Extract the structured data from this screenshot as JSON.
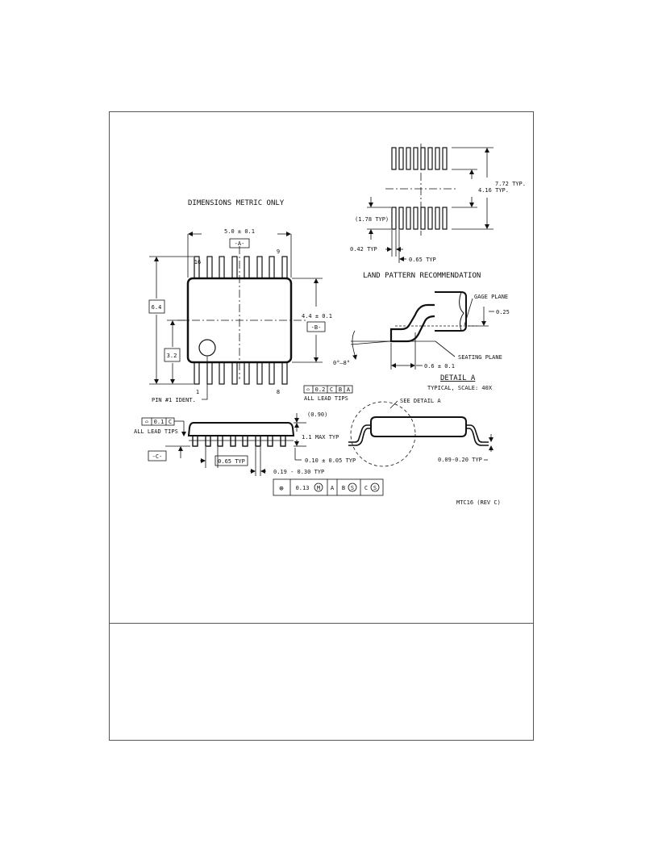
{
  "title": "DIMENSIONS METRIC ONLY",
  "top_view": {
    "width": "5.0 ± 0.1",
    "datum_a": "-A-",
    "pin16": "16",
    "pin9": "9",
    "pin1": "1",
    "pin8": "8",
    "total_width": "6.4",
    "half_width": "3.2",
    "body_width": "4.4 ± 0.1",
    "datum_b": "-B-",
    "pin1_ident": "PIN #1 IDENT.",
    "tol_sym": "⌓",
    "tol_val": "0.2",
    "tol_c": "C",
    "tol_b": "B",
    "tol_a": "A",
    "all_lead_tips": "ALL LEAD TIPS"
  },
  "land_pattern": {
    "title": "LAND PATTERN RECOMMENDATION",
    "dim_772": "7.72 TYP.",
    "dim_416": "4.16 TYP.",
    "dim_178": "(1.78 TYP)",
    "dim_042": "0.42 TYP",
    "dim_065": "0.65 TYP"
  },
  "detail_a": {
    "gage_plane": "GAGE PLANE",
    "dim_025": "0.25",
    "seating_plane": "SEATING PLANE",
    "angle": "0°–8°",
    "dim_06": "0.6 ± 0.1",
    "title": "DETAIL A",
    "scale": "TYPICAL, SCALE: 40X"
  },
  "side_view": {
    "tol_sym": "⌓",
    "tol_val": "0.1",
    "tol_c": "C",
    "all_lead_tips": "ALL LEAD TIPS",
    "datum_c": "-C-",
    "dim_090": "(0.90)",
    "max_height": "1.1 MAX TYP",
    "pitch": "0.65 TYP",
    "standoff": "0.10 ± 0.05 TYP",
    "lead_width": "0.19 - 0.30 TYP",
    "fcf_sym": "⊕",
    "fcf_val": "0.13",
    "fcf_m": "M",
    "fcf_a": "A",
    "fcf_b": "B",
    "fcf_s1": "S",
    "fcf_c": "C",
    "fcf_s2": "S"
  },
  "end_view": {
    "see_detail": "SEE DETAIL A",
    "lead_thickness": "0.09-0.20 TYP"
  },
  "drawing_id": "MTC16 (REV C)"
}
